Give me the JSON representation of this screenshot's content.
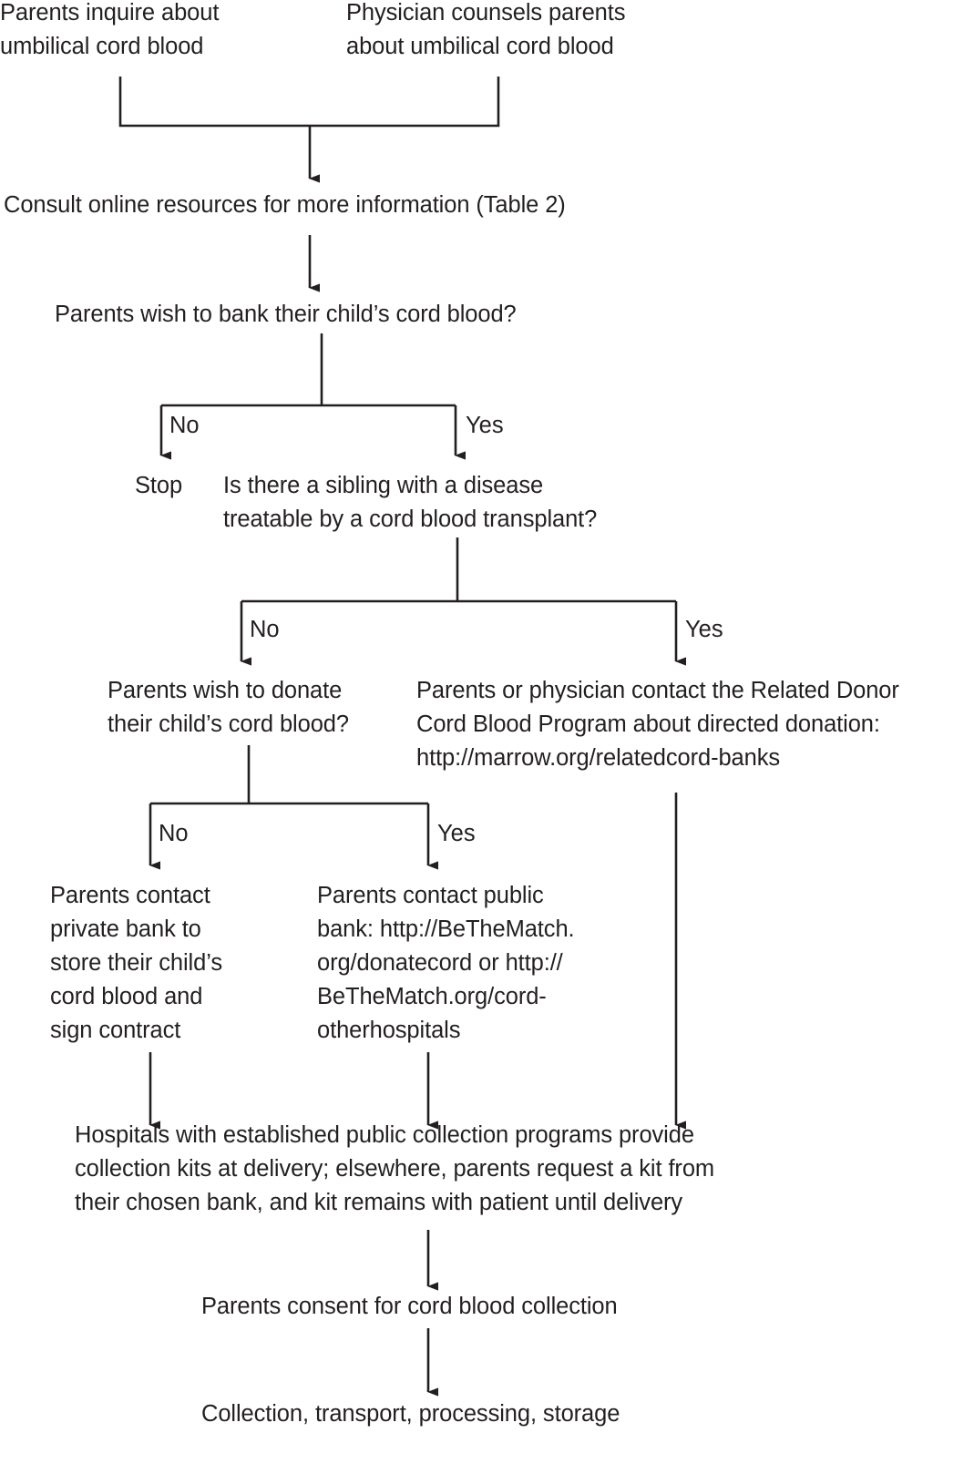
{
  "diagram": {
    "title": "Umbilical cord blood banking decision flowchart",
    "background_color": "#ffffff",
    "line_color": "#231f20",
    "text_color": "#231f20"
  },
  "nodes": {
    "parents_inquire": "Parents inquire about\numbilical cord blood",
    "physician_counsels": "Physician counsels parents\nabout umbilical cord blood",
    "consult_online": "Consult online resources for more information (Table 2)",
    "wish_to_bank": "Parents wish to bank their child’s cord blood?",
    "stop": "Stop",
    "sibling_disease": "Is there a sibling with a disease\ntreatable by a cord blood transplant?",
    "wish_to_donate": "Parents wish to donate\ntheir child’s cord blood?",
    "related_donor": "Parents or physician contact the Related Donor\nCord Blood Program about directed donation:\nhttp://marrow.org/relatedcord-banks",
    "private_bank": "Parents contact\nprivate bank to\nstore their child’s\ncord blood and\nsign contract",
    "public_bank": "Parents contact public\nbank: http://BeTheMatch.\norg/donatecord or http://\nBeTheMatch.org/cord-\notherhospitals",
    "hospitals_kits": "Hospitals with established public collection programs provide\ncollection kits at delivery; elsewhere, parents request a kit from\ntheir chosen bank, and kit remains with patient until delivery",
    "parents_consent": "Parents consent for cord blood collection",
    "collection_transport": "Collection, transport, processing, storage"
  },
  "edge_labels": {
    "bank_no": "No",
    "bank_yes": "Yes",
    "sibling_no": "No",
    "sibling_yes": "Yes",
    "donate_no": "No",
    "donate_yes": "Yes"
  }
}
